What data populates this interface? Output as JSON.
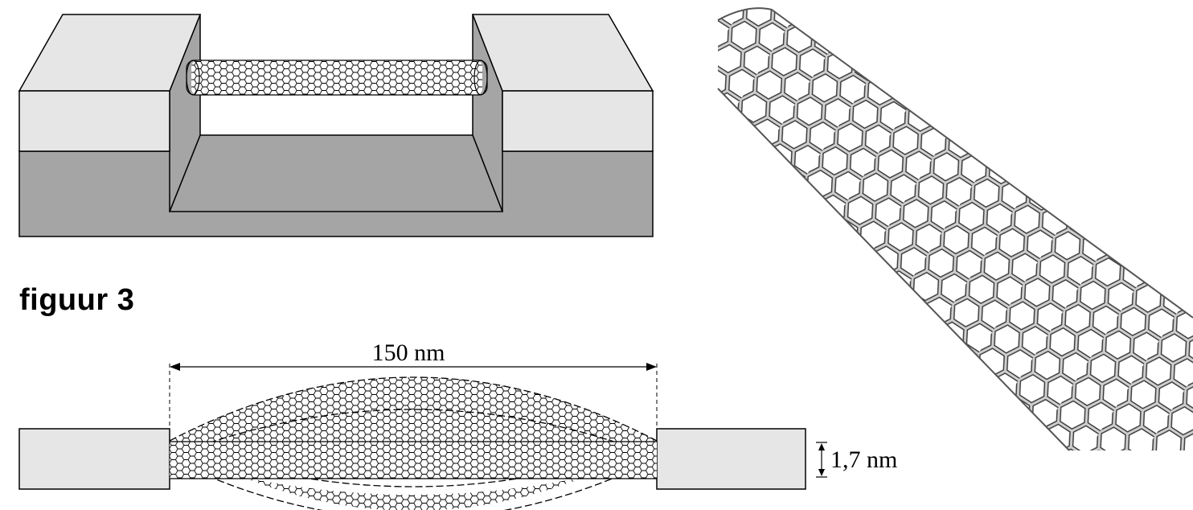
{
  "figure3": {
    "label": "figuur 3",
    "length_label": "150 nm",
    "diameter_label": "1,7 nm"
  },
  "colors": {
    "light_block": "#e6e6e6",
    "dark_substrate": "#a5a5a5",
    "outline": "#000000",
    "tube_light": "#c8c8c8",
    "tube_dark": "#3c3c3c"
  }
}
